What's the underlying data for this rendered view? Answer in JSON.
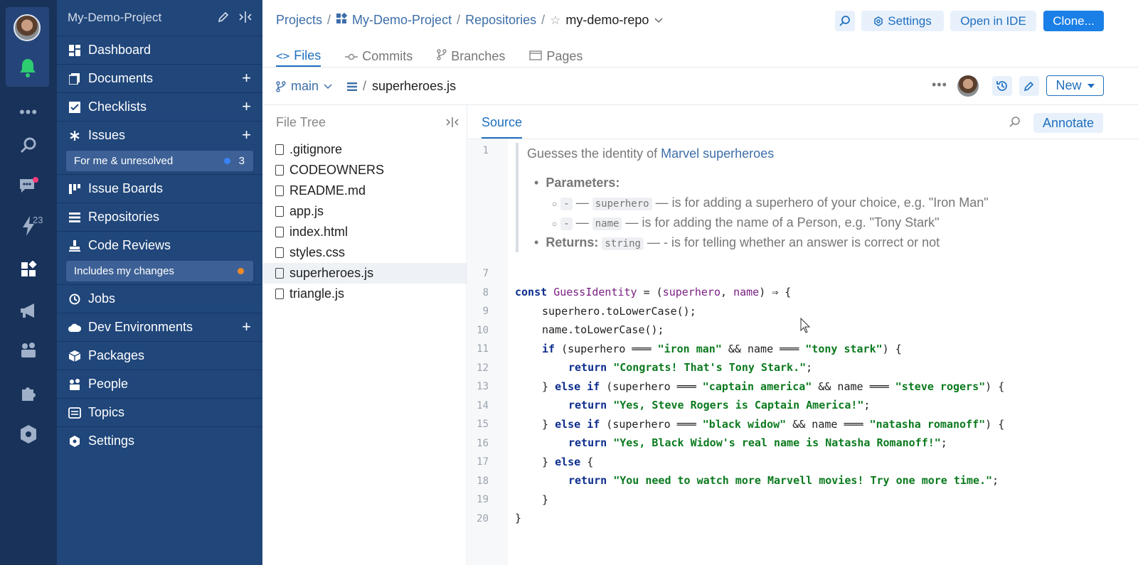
{
  "sidebar": {
    "project_name": "My-Demo-Project",
    "items": [
      {
        "label": "Dashboard",
        "icon": "dashboard-icon",
        "plus": false
      },
      {
        "label": "Documents",
        "icon": "documents-icon",
        "plus": true
      },
      {
        "label": "Checklists",
        "icon": "checklist-icon",
        "plus": true
      },
      {
        "label": "Issues",
        "icon": "asterisk-icon",
        "plus": true
      },
      {
        "label": "Issue Boards",
        "icon": "board-icon",
        "plus": false
      },
      {
        "label": "Repositories",
        "icon": "repositories-icon",
        "plus": false
      },
      {
        "label": "Code Reviews",
        "icon": "stamp-icon",
        "plus": false
      },
      {
        "label": "Jobs",
        "icon": "jobs-icon",
        "plus": false
      },
      {
        "label": "Dev Environments",
        "icon": "cloud-icon",
        "plus": true
      },
      {
        "label": "Packages",
        "icon": "package-icon",
        "plus": false
      },
      {
        "label": "People",
        "icon": "people-icon",
        "plus": false
      },
      {
        "label": "Topics",
        "icon": "topics-icon",
        "plus": false
      },
      {
        "label": "Settings",
        "icon": "gear-icon",
        "plus": false
      }
    ],
    "issues_filter": {
      "label": "For me & unresolved",
      "count": "3",
      "dot_color": "#3b82f6"
    },
    "reviews_filter": {
      "label": "Includes my changes",
      "dot_color": "#f08a24"
    }
  },
  "rail": {
    "lightning_badge": "23"
  },
  "breadcrumb": {
    "projects": "Projects",
    "project": "My-Demo-Project",
    "repositories": "Repositories",
    "repo": "my-demo-repo"
  },
  "header_buttons": {
    "settings": "Settings",
    "open_ide": "Open in IDE",
    "clone": "Clone..."
  },
  "tabs": [
    {
      "label": "Files",
      "icon": "code-icon"
    },
    {
      "label": "Commits",
      "icon": "commit-icon"
    },
    {
      "label": "Branches",
      "icon": "branch-icon"
    },
    {
      "label": "Pages",
      "icon": "pages-icon"
    }
  ],
  "branch_bar": {
    "branch": "main",
    "file": "superheroes.js",
    "new_button": "New"
  },
  "file_tree": {
    "title": "File Tree",
    "files": [
      ".gitignore",
      "CODEOWNERS",
      "README.md",
      "app.js",
      "index.html",
      "styles.css",
      "superheroes.js",
      "triangle.js"
    ],
    "selected": "superheroes.js"
  },
  "source": {
    "tab": "Source",
    "annotate": "Annotate",
    "doc": {
      "line": "1",
      "summary_prefix": "Guesses the identity of",
      "summary_link": "Marvel superheroes",
      "params_label": "Parameters:",
      "params": [
        {
          "dash": "-",
          "name": "superhero",
          "text": "— is for adding a superhero of your choice, e.g. \"Iron Man\""
        },
        {
          "dash": "-",
          "name": "name",
          "text": "— is for adding the name of a Person, e.g. \"Tony Stark\""
        }
      ],
      "returns_label": "Returns:",
      "returns_type": "string",
      "returns_text": "— - is for telling whether an answer is correct or not"
    },
    "line_numbers": [
      "7",
      "8",
      "9",
      "10",
      "11",
      "12",
      "13",
      "14",
      "15",
      "16",
      "17",
      "18",
      "19",
      "20"
    ],
    "code": {
      "l8": {
        "kw": "const",
        "fn": "GuessIdentity",
        "p1": "superhero",
        "p2": "name"
      },
      "l9": "superhero.toLowerCase();",
      "l10": "name.toLowerCase();",
      "l11": {
        "s1": "\"iron man\"",
        "s2": "\"tony stark\""
      },
      "l12": "\"Congrats! That's Tony Stark.\"",
      "l13": {
        "s1": "\"captain america\"",
        "s2": "\"steve rogers\""
      },
      "l14": "\"Yes, Steve Rogers is Captain America!\"",
      "l15": {
        "s1": "\"black widow\"",
        "s2": "\"natasha romanoff\""
      },
      "l16": "\"Yes, Black Widow's real name is Natasha Romanoff!\"",
      "l18": "\"You need to watch more Marvell movies! Try one more time.\""
    }
  },
  "colors": {
    "accent": "#1f6fbf",
    "sidebar_bg": "#20467a",
    "rail_bg": "#18325a",
    "notification": "#2ecc71",
    "badge_pink": "#ff3b7a"
  }
}
